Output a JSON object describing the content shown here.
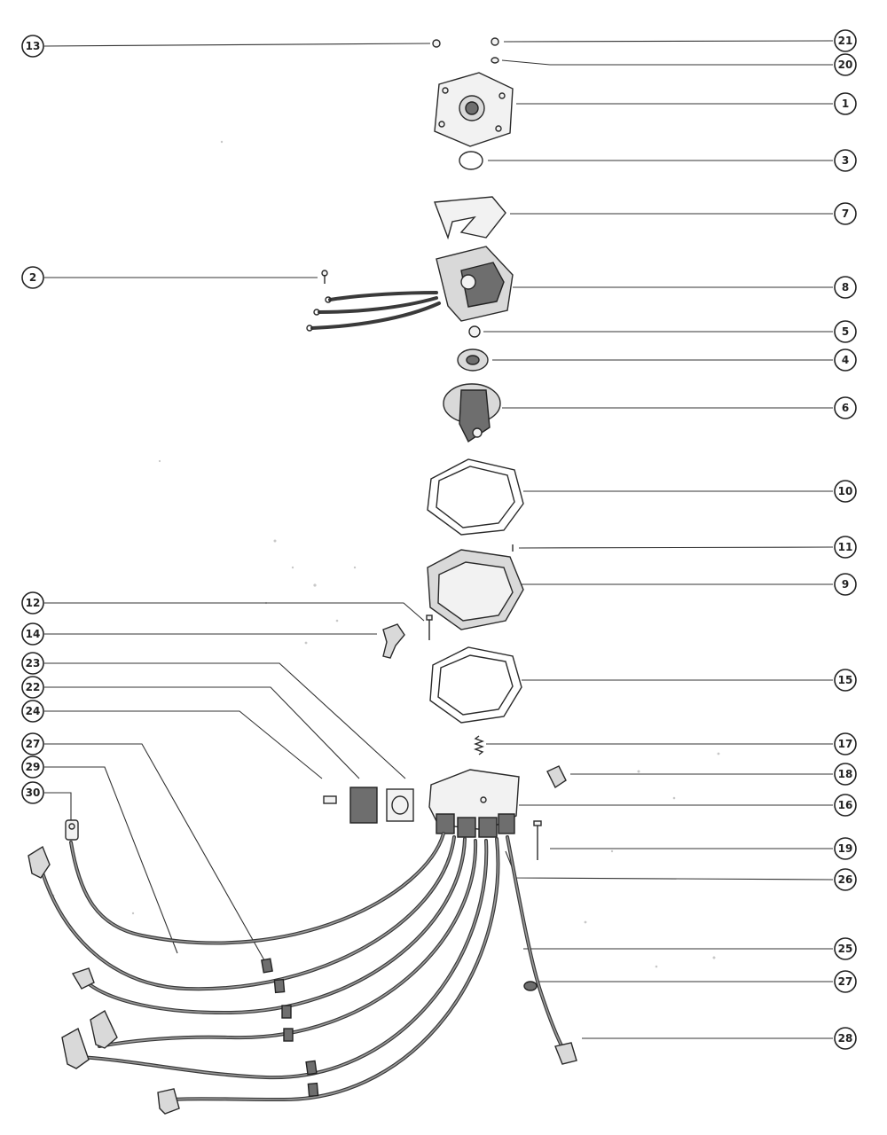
{
  "callouts": [
    {
      "id": "c13",
      "label": "13",
      "side": "left"
    },
    {
      "id": "c21",
      "label": "21",
      "side": "right"
    },
    {
      "id": "c20",
      "label": "20",
      "side": "right"
    },
    {
      "id": "c1",
      "label": "1",
      "side": "right"
    },
    {
      "id": "c3",
      "label": "3",
      "side": "right"
    },
    {
      "id": "c7",
      "label": "7",
      "side": "right"
    },
    {
      "id": "c2",
      "label": "2",
      "side": "left"
    },
    {
      "id": "c8",
      "label": "8",
      "side": "right"
    },
    {
      "id": "c5",
      "label": "5",
      "side": "right"
    },
    {
      "id": "c4",
      "label": "4",
      "side": "right"
    },
    {
      "id": "c6",
      "label": "6",
      "side": "right"
    },
    {
      "id": "c10",
      "label": "10",
      "side": "right"
    },
    {
      "id": "c11",
      "label": "11",
      "side": "right"
    },
    {
      "id": "c9",
      "label": "9",
      "side": "right"
    },
    {
      "id": "c12",
      "label": "12",
      "side": "left"
    },
    {
      "id": "c14",
      "label": "14",
      "side": "left"
    },
    {
      "id": "c15",
      "label": "15",
      "side": "right"
    },
    {
      "id": "c23",
      "label": "23",
      "side": "left"
    },
    {
      "id": "c22",
      "label": "22",
      "side": "left"
    },
    {
      "id": "c24",
      "label": "24",
      "side": "left"
    },
    {
      "id": "c17",
      "label": "17",
      "side": "right"
    },
    {
      "id": "c27a",
      "label": "27",
      "side": "left"
    },
    {
      "id": "c18",
      "label": "18",
      "side": "right"
    },
    {
      "id": "c29",
      "label": "29",
      "side": "left"
    },
    {
      "id": "c30",
      "label": "30",
      "side": "left"
    },
    {
      "id": "c16",
      "label": "16",
      "side": "right"
    },
    {
      "id": "c19",
      "label": "19",
      "side": "right"
    },
    {
      "id": "c26",
      "label": "26",
      "side": "right"
    },
    {
      "id": "c25",
      "label": "25",
      "side": "right"
    },
    {
      "id": "c27b",
      "label": "27",
      "side": "right"
    },
    {
      "id": "c28",
      "label": "28",
      "side": "right"
    }
  ]
}
